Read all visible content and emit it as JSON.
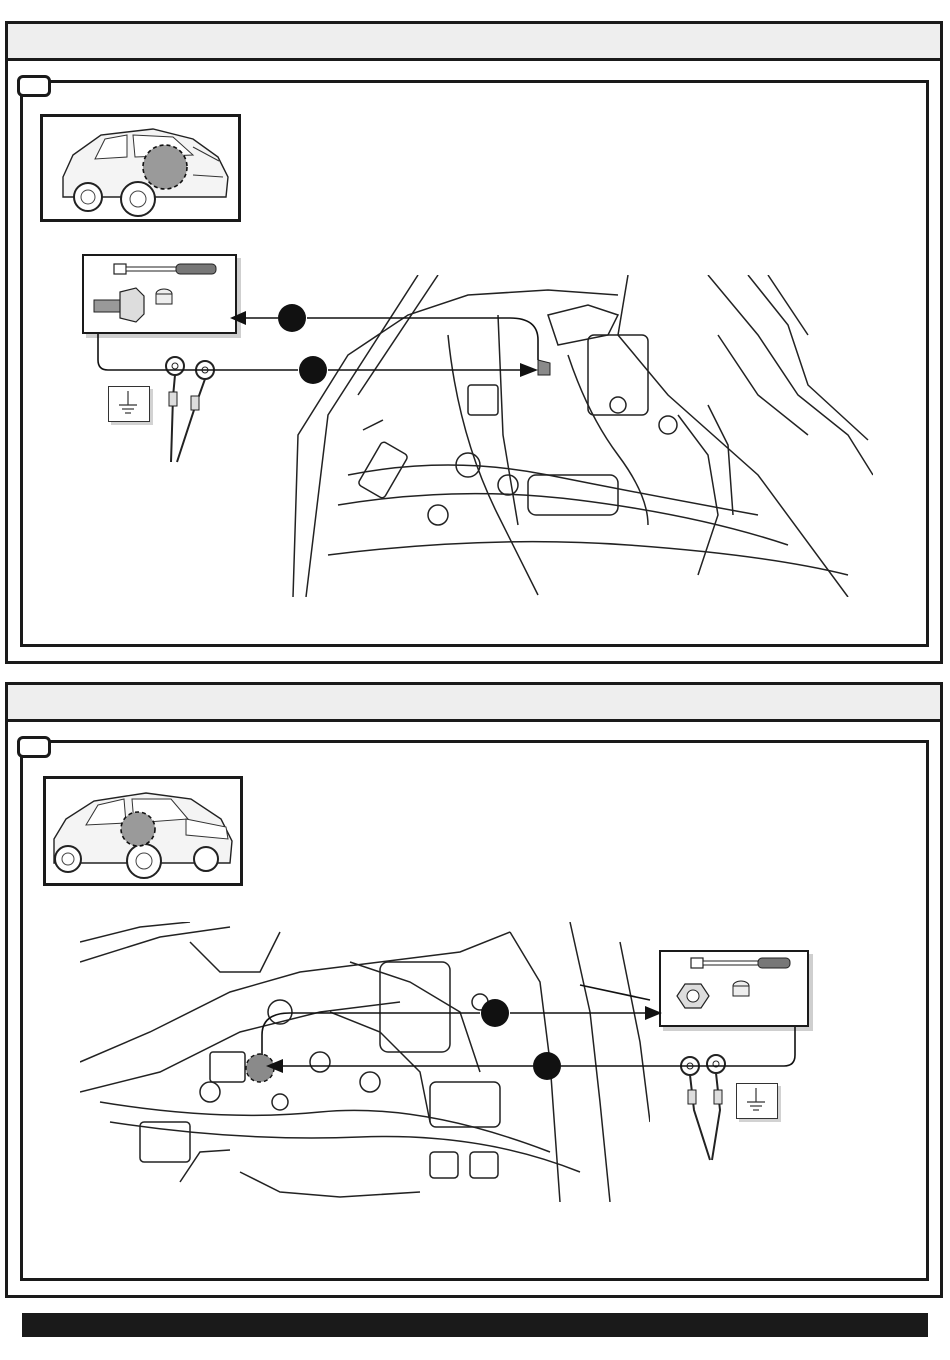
{
  "sections": [
    {
      "header_title": "",
      "step_number": "",
      "vehicle": "hatchback-rear-three-quarter",
      "ground_point": "left-rear-wheel-arch",
      "kit_items": [
        "ratchet-wrench",
        "flange-bolt",
        "socket"
      ],
      "connector": "ring-terminals",
      "ground_symbol": "ground-icon"
    },
    {
      "header_title": "",
      "step_number": "",
      "vehicle": "crossover-rear-three-quarter",
      "ground_point": "left-rear-wheel-arch",
      "kit_items": [
        "ratchet-wrench",
        "hex-nut",
        "socket"
      ],
      "connector": "ring-terminals",
      "ground_symbol": "ground-icon"
    }
  ],
  "footer": {
    "text": ""
  },
  "colors": {
    "line": "#1a1a1a",
    "header_bg": "#eeeeee",
    "highlight": "#8a8a8a",
    "footer_bg": "#1a1a1a"
  }
}
